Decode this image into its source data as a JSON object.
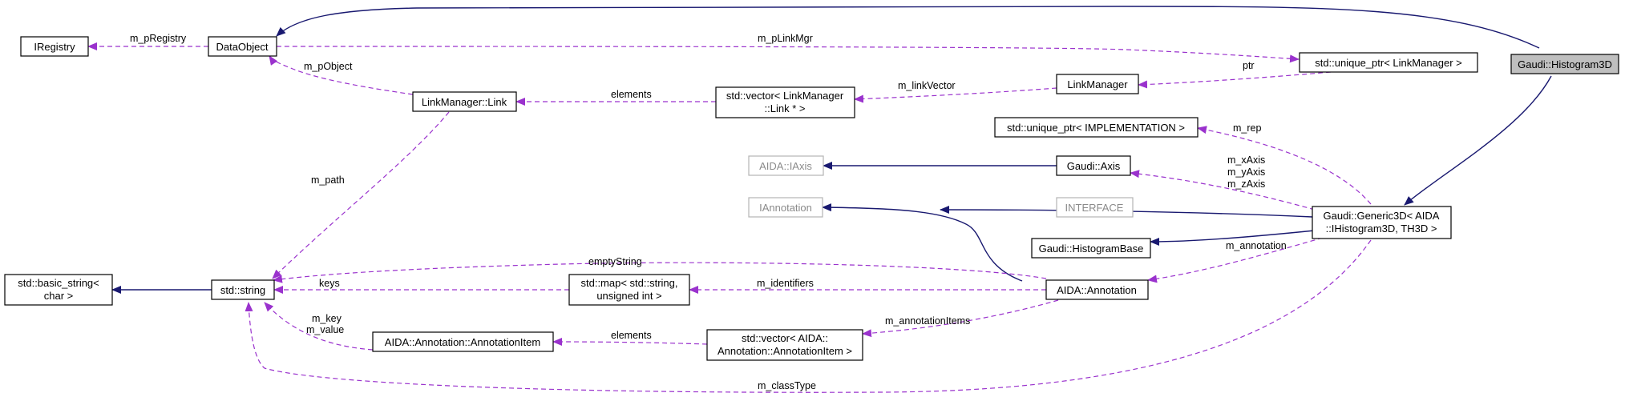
{
  "diagram": {
    "colors": {
      "inheritance": "#191970",
      "usage": "#9a32cd",
      "focus_fill": "#bfbfbf",
      "gray_border": "#b3b3b3"
    },
    "nodes": {
      "histogram3d": "Gaudi::Histogram3D",
      "dataobject": "DataObject",
      "iregistry": "IRegistry",
      "unique_ptr_linkmgr": "std::unique_ptr< LinkManager >",
      "linkmanager": "LinkManager",
      "linkmanager_link": "LinkManager::Link",
      "vector_link": [
        "std::vector< LinkManager",
        "::Link * >"
      ],
      "unique_ptr_impl": "std::unique_ptr< IMPLEMENTATION >",
      "aida_iaxis": "AIDA::IAxis",
      "gaudi_axis": "Gaudi::Axis",
      "iannotation": "IAnnotation",
      "interface": "INTERFACE",
      "generic3d": [
        "Gaudi::Generic3D< AIDA",
        "::IHistogram3D, TH3D >"
      ],
      "histogrambase": "Gaudi::HistogramBase",
      "basic_string": [
        "std::basic_string<",
        "char >"
      ],
      "std_string": "std::string",
      "std_map": [
        "std::map< std::string,",
        "unsigned int >"
      ],
      "aida_annotation": "AIDA::Annotation",
      "annotation_item": "AIDA::Annotation::AnnotationItem",
      "vector_annotation_item": [
        "std::vector< AIDA::",
        "Annotation::AnnotationItem >"
      ]
    },
    "edge_labels": {
      "m_pRegistry": "m_pRegistry",
      "m_pLinkMgr": "m_pLinkMgr",
      "ptr": "ptr",
      "m_linkVector": "m_linkVector",
      "elements_link": "elements",
      "m_pObject": "m_pObject",
      "m_path": "m_path",
      "m_rep": "m_rep",
      "m_xyz": [
        "m_xAxis",
        "m_yAxis",
        "m_zAxis"
      ],
      "m_annotation": "m_annotation",
      "emptyString": "emptyString",
      "keys": "keys",
      "m_identifiers": "m_identifiers",
      "m_annotationItems": "m_annotationItems",
      "elements_item": "elements",
      "m_key_value": [
        "m_key",
        "m_value"
      ],
      "m_classType": "m_classType"
    }
  }
}
